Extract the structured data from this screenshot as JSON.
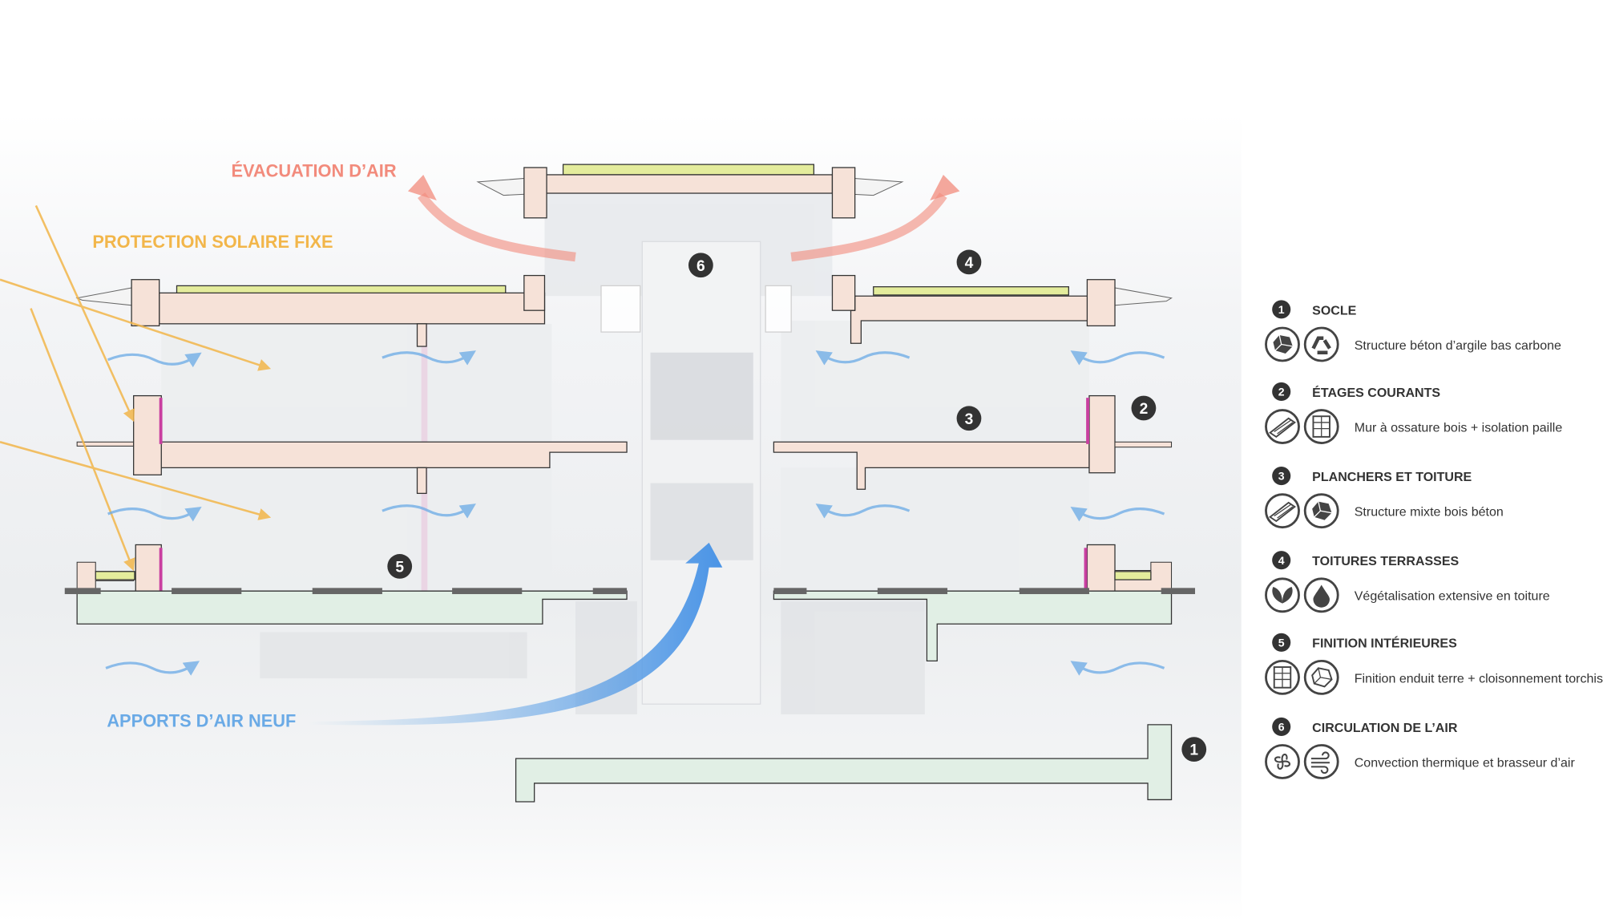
{
  "labels": {
    "exhaust": "ÉVACUATION D’AIR",
    "solar": "PROTECTION SOLAIRE FIXE",
    "fresh_air": "APPORTS D’AIR NEUF"
  },
  "markers": [
    "1",
    "2",
    "3",
    "4",
    "5",
    "6"
  ],
  "legend": [
    {
      "num": "1",
      "title": "SOCLE",
      "desc": "Structure béton d’argile bas carbone",
      "icons": [
        "concrete-block-icon",
        "recycle-icon"
      ]
    },
    {
      "num": "2",
      "title": "ÉTAGES COURANTS",
      "desc": "Mur à ossature bois + isolation paille",
      "icons": [
        "timber-plank-icon",
        "straw-panel-icon"
      ]
    },
    {
      "num": "3",
      "title": "PLANCHERS ET TOITURE",
      "desc": "Structure mixte bois béton",
      "icons": [
        "timber-plank-icon",
        "concrete-block-icon"
      ]
    },
    {
      "num": "4",
      "title": "TOITURES TERRASSES",
      "desc": "Végétalisation extensive en toiture",
      "icons": [
        "leaf-icon",
        "water-drop-icon"
      ]
    },
    {
      "num": "5",
      "title": "FINITION INTÉRIEURES",
      "desc": "Finition enduit terre + cloisonnement torchis",
      "icons": [
        "straw-panel-icon",
        "earth-block-icon"
      ]
    },
    {
      "num": "6",
      "title": "CIRCULATION DE L’AIR",
      "desc": "Convection thermique et brasseur d’air",
      "icons": [
        "fan-icon",
        "wind-icon"
      ]
    }
  ],
  "colors": {
    "exhaust": "#f28b7c",
    "solar": "#f2b64a",
    "fresh_air": "#6aaae6",
    "marker": "#333333"
  }
}
